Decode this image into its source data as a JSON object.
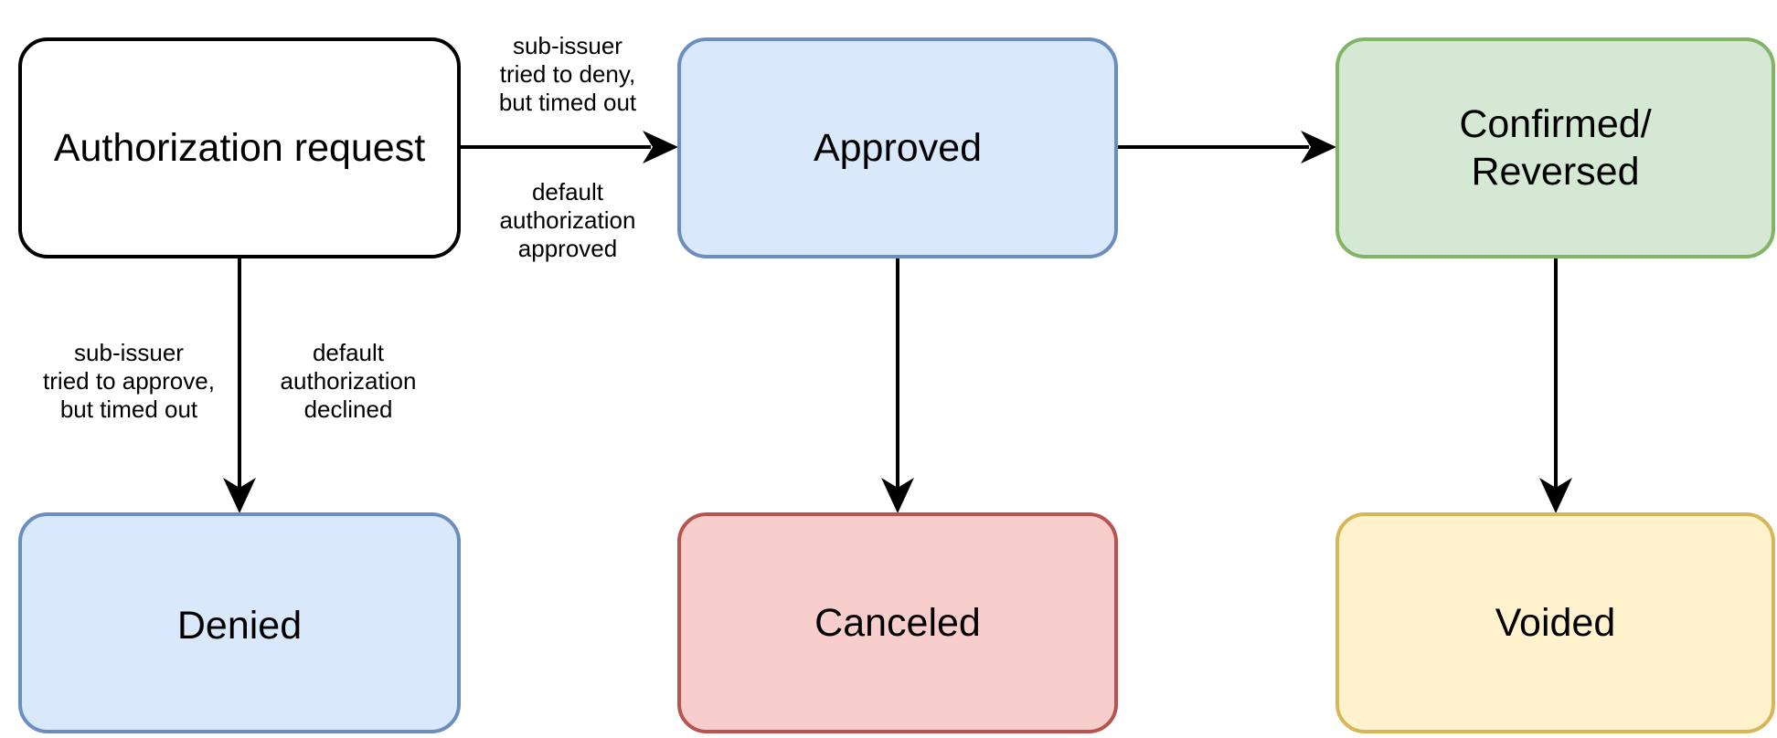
{
  "diagram": {
    "nodes": [
      {
        "id": "authorization-request",
        "label": "Authorization request",
        "fill": "#ffffff",
        "stroke": "#000000"
      },
      {
        "id": "approved",
        "label": "Approved",
        "fill": "#dae8fc",
        "stroke": "#6c8ebf"
      },
      {
        "id": "confirmed-reversed",
        "label": "Confirmed/\nReversed",
        "fill": "#d5e8d4",
        "stroke": "#82b366"
      },
      {
        "id": "denied",
        "label": "Denied",
        "fill": "#dae8fc",
        "stroke": "#6c8ebf"
      },
      {
        "id": "canceled",
        "label": "Canceled",
        "fill": "#f8cecc",
        "stroke": "#b85450"
      },
      {
        "id": "voided",
        "label": "Voided",
        "fill": "#fff2cc",
        "stroke": "#d6b656"
      }
    ],
    "edges": [
      {
        "from": "authorization-request",
        "to": "approved",
        "labels": [
          "sub-issuer\ntried to deny,\nbut timed out",
          "default\nauthorization\napproved"
        ]
      },
      {
        "from": "approved",
        "to": "confirmed-reversed",
        "labels": []
      },
      {
        "from": "authorization-request",
        "to": "denied",
        "labels": [
          "sub-issuer\ntried to approve,\nbut timed out",
          "default\nauthorization\ndeclined"
        ]
      },
      {
        "from": "approved",
        "to": "canceled",
        "labels": []
      },
      {
        "from": "confirmed-reversed",
        "to": "voided",
        "labels": []
      }
    ]
  }
}
